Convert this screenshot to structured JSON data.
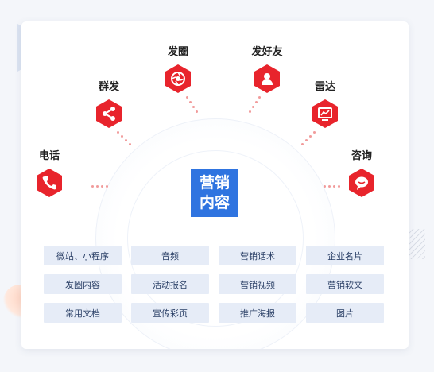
{
  "center": {
    "line1": "营销",
    "line2": "内容"
  },
  "nodes": [
    {
      "label": "电话",
      "icon": "phone-icon"
    },
    {
      "label": "群发",
      "icon": "share-icon"
    },
    {
      "label": "发圈",
      "icon": "aperture-icon"
    },
    {
      "label": "发好友",
      "icon": "user-icon"
    },
    {
      "label": "雷达",
      "icon": "chart-monitor-icon"
    },
    {
      "label": "咨询",
      "icon": "chat-bubble-icon"
    }
  ],
  "grid": [
    [
      "微站、小程序",
      "音频",
      "营销话术",
      "企业名片"
    ],
    [
      "发圈内容",
      "活动报名",
      "营销视频",
      "营销软文"
    ],
    [
      "常用文档",
      "宣传彩页",
      "推广海报",
      "图片"
    ]
  ],
  "colors": {
    "accent_red": "#e8242c",
    "center_blue": "#2f74e0",
    "chip_bg": "#e6ecf7",
    "chip_text": "#2a3f66"
  }
}
